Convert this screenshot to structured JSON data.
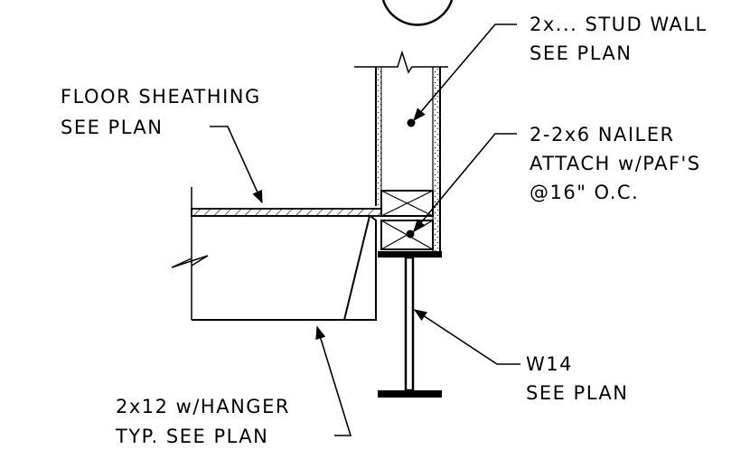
{
  "notes": {
    "stud_wall": {
      "line1": "2x... STUD WALL",
      "line2": "SEE PLAN"
    },
    "nailer": {
      "line1": "2-2x6 NAILER",
      "line2": "ATTACH w/PAF'S",
      "line3": "@16\" O.C."
    },
    "floor_sheathing": {
      "line1": "FLOOR SHEATHING",
      "line2": "SEE PLAN"
    },
    "beam": {
      "line1": "W14",
      "line2": "SEE PLAN"
    },
    "joist": {
      "line1": "2x12 w/HANGER",
      "line2": "TYP. SEE PLAN"
    }
  }
}
